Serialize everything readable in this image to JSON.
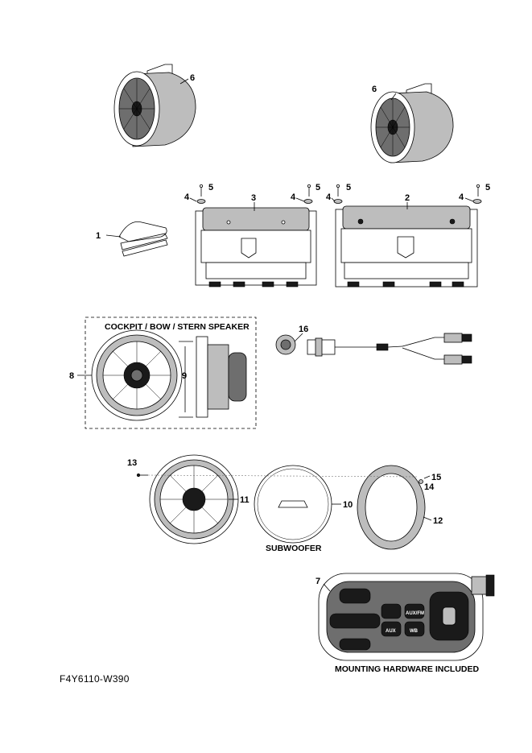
{
  "callouts": {
    "c1": "1",
    "c2": "2",
    "c3": "3",
    "c4a": "4",
    "c4b": "4",
    "c4c": "4",
    "c4d": "4",
    "c5a": "5",
    "c5b": "5",
    "c5c": "5",
    "c5d": "5",
    "c6a": "6",
    "c6b": "6",
    "c7": "7",
    "c8": "8",
    "c9": "9",
    "c10": "10",
    "c11": "11",
    "c12": "12",
    "c13": "13",
    "c14": "14",
    "c15": "15",
    "c16": "16"
  },
  "captions": {
    "cockpit": "COCKPIT / BOW / STERN SPEAKER",
    "subwoofer": "SUBWOOFER",
    "mounting": "MOUNTING HARDWARE INCLUDED"
  },
  "remote_buttons": {
    "aux_fm": "AUX/FM",
    "aux": "AUX",
    "wb": "WB"
  },
  "diagram_code": "F4Y6110-W390"
}
